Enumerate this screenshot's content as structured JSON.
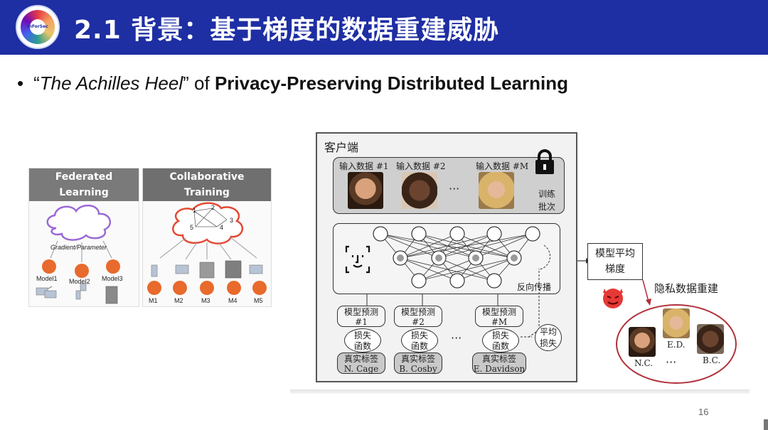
{
  "slide": {
    "title": "2.1 背景：基于梯度的数据重建威胁",
    "logo_text": "InForSec",
    "page_number": "16"
  },
  "bullet": {
    "symbol": "•",
    "open_quote": "“",
    "italic_part": "The Achilles Heel",
    "close_quote": "”",
    "middle": " of ",
    "bold_part": "Privacy-Preserving Distributed Learning"
  },
  "left_figure": {
    "federated": {
      "header_line1": "Federated",
      "header_line2": "Learning",
      "edge_label": "Gradient/Parameter",
      "models": [
        "Model1",
        "Model2",
        "Model3"
      ]
    },
    "collaborative": {
      "header_line1": "Collaborative",
      "header_line2": "Training",
      "nodes": [
        "1",
        "2",
        "3",
        "4",
        "5"
      ],
      "machines": [
        "M1",
        "M2",
        "M3",
        "M4",
        "M5"
      ]
    }
  },
  "right_figure": {
    "client_label": "客户端",
    "inputs": [
      "输入数据 #1",
      "输入数据 #2",
      "输入数据 #M"
    ],
    "ellipsis": "···",
    "train_batch_line1": "训练",
    "train_batch_line2": "批次",
    "backprop_label": "反向传播",
    "predictions": [
      {
        "line1": "模型预测",
        "line2": "#1"
      },
      {
        "line1": "模型预测",
        "line2": "#2"
      },
      {
        "line1": "模型预测",
        "line2": "#M"
      }
    ],
    "loss_line1": "损失",
    "loss_line2": "函数",
    "avg_loss_line1": "平均",
    "avg_loss_line2": "损失",
    "labels": [
      {
        "line1": "真实标签",
        "line2": "N. Cage"
      },
      {
        "line1": "真实标签",
        "line2": "B. Cosby"
      },
      {
        "line1": "真实标签",
        "line2": "E. Davidson"
      }
    ],
    "avg_grad_line1": "模型平均",
    "avg_grad_line2": "梯度",
    "recon_label": "隐私数据重建",
    "recon_names": [
      "N.C.",
      "E.D.",
      "B.C."
    ],
    "recon_ellipsis": "···"
  },
  "colors": {
    "title_bar": "#1e2ea3",
    "recon_border": "#b0303a",
    "devil": "#e53935",
    "node_orange": "#e86a2c"
  }
}
